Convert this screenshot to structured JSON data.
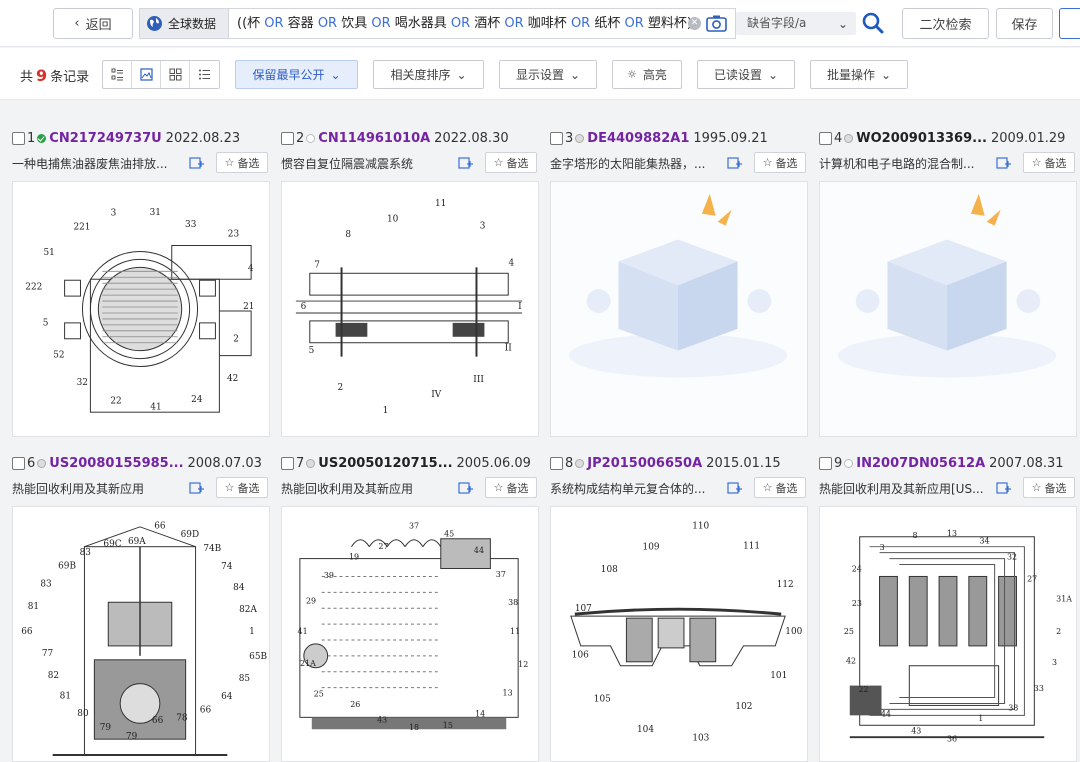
{
  "topbar": {
    "back_label": "返回",
    "scope_label": "全球数据",
    "query_parts": [
      {
        "t": "((杯 ",
        "or": false
      },
      {
        "t": "OR",
        "or": true
      },
      {
        "t": " 容器 ",
        "or": false
      },
      {
        "t": "OR",
        "or": true
      },
      {
        "t": " 饮具 ",
        "or": false
      },
      {
        "t": "OR",
        "or": true
      },
      {
        "t": " 喝水器具 ",
        "or": false
      },
      {
        "t": "OR",
        "or": true
      },
      {
        "t": " 酒杯 ",
        "or": false
      },
      {
        "t": "OR",
        "or": true
      },
      {
        "t": " 咖啡杯 ",
        "or": false
      },
      {
        "t": "OR",
        "or": true
      },
      {
        "t": " 纸杯 ",
        "or": false
      },
      {
        "t": "OR",
        "or": true
      },
      {
        "t": " 塑料杯)",
        "or": false
      }
    ],
    "field_select": "缺省字段/a",
    "secondary_search": "二次检索",
    "save": "保存"
  },
  "toolbar": {
    "count_prefix": "共",
    "count": "9",
    "count_suffix": "条记录",
    "earliest_public": "保留最早公开",
    "sort": "相关度排序",
    "display": "显示设置",
    "highlight": "高亮",
    "read_settings": "已读设置",
    "batch": "批量操作"
  },
  "fav_label": "备选",
  "records": [
    {
      "idx": "1",
      "status": "ok",
      "pn": "CN217249737U",
      "pn_color": "purple",
      "date": "2022.08.23",
      "title": "一种电捕焦油器废焦油排放...",
      "thumb": "t1"
    },
    {
      "idx": "2",
      "status": "ring",
      "pn": "CN114961010A",
      "pn_color": "purple",
      "date": "2022.08.30",
      "title": "惯容自复位隔震减震系统",
      "thumb": "t2"
    },
    {
      "idx": "3",
      "status": "gray",
      "pn": "DE4409882A1",
      "pn_color": "purple",
      "date": "1995.09.21",
      "title": "金字塔形的太阳能集热器，...",
      "thumb": "empty"
    },
    {
      "idx": "4",
      "status": "gray",
      "pn": "WO2009013369...",
      "pn_color": "black",
      "date": "2009.01.29",
      "title": "计算机和电子电路的混合制...",
      "thumb": "empty"
    },
    {
      "idx": "6",
      "status": "gray",
      "pn": "US20080155985...",
      "pn_color": "purple",
      "date": "2008.07.03",
      "title": "热能回收利用及其新应用",
      "thumb": "t6"
    },
    {
      "idx": "7",
      "status": "gray",
      "pn": "US20050120715...",
      "pn_color": "black",
      "date": "2005.06.09",
      "title": "热能回收利用及其新应用",
      "thumb": "t7"
    },
    {
      "idx": "8",
      "status": "gray",
      "pn": "JP2015006650A",
      "pn_color": "purple",
      "date": "2015.01.15",
      "title": "系统构成结构单元复合体的...",
      "thumb": "t8"
    },
    {
      "idx": "9",
      "status": "ring",
      "pn": "IN2007DN05612A",
      "pn_color": "purple",
      "date": "2007.08.31",
      "title": "热能回收利用及其新应用[US...",
      "thumb": "t9"
    }
  ],
  "drawing_labels": {
    "t1": [
      "21",
      "2",
      "42",
      "24",
      "41",
      "22",
      "32",
      "52",
      "5",
      "222",
      "51",
      "221",
      "3",
      "31",
      "33",
      "23",
      "4"
    ],
    "t2": [
      "I",
      "II",
      "III",
      "IV",
      "1",
      "2",
      "5",
      "6",
      "7",
      "8",
      "10",
      "11",
      "3",
      "4"
    ],
    "t6": [
      "1",
      "65B",
      "85",
      "64",
      "66",
      "78",
      "66",
      "79",
      "79",
      "80",
      "81",
      "82",
      "77",
      "66",
      "81",
      "83",
      "69B",
      "83",
      "69C",
      "69A",
      "66",
      "69D",
      "74B",
      "74",
      "84",
      "82A"
    ],
    "t7": [
      "11",
      "12",
      "13",
      "14",
      "15",
      "18",
      "43",
      "26",
      "25",
      "21A",
      "41",
      "29",
      "39",
      "19",
      "27",
      "37",
      "45",
      "44",
      "37",
      "38"
    ],
    "t8": [
      "100",
      "101",
      "102",
      "103",
      "104",
      "105",
      "106",
      "107",
      "108",
      "109",
      "110",
      "111",
      "112"
    ],
    "t9": [
      "2",
      "3",
      "33",
      "38",
      "1",
      "36",
      "43",
      "44",
      "22",
      "42",
      "25",
      "23",
      "24",
      "3",
      "8",
      "13",
      "34",
      "32",
      "27",
      "31A"
    ]
  }
}
